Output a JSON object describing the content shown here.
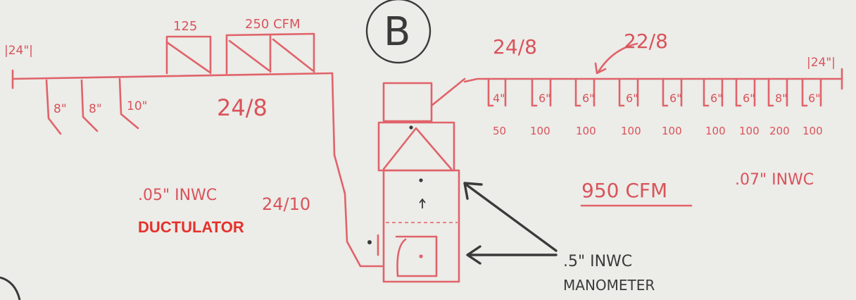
{
  "labels": {
    "system_letter": "B",
    "left_end_dim": "|24\"|",
    "right_end_dim": "|24\"|",
    "grille_left": "125",
    "grille_right": "250 CFM",
    "left_duct_size": "24/8",
    "riser_size": "24/10",
    "left_pressure": ".05\" INWC",
    "ductulator": "DUCTULATOR",
    "right_main_size": "24/8",
    "right_reduced_size": "22/8",
    "total_cfm": "950 CFM",
    "right_pressure": ".07\" INWC",
    "manometer_pressure": ".5\" INWC",
    "manometer": "MANOMETER"
  },
  "left_branches": [
    "8\"",
    "8\"",
    "10\""
  ],
  "right_branches": [
    {
      "size": "4\"",
      "cfm": "50"
    },
    {
      "size": "6\"",
      "cfm": "100"
    },
    {
      "size": "6\"",
      "cfm": "100"
    },
    {
      "size": "6\"",
      "cfm": "100"
    },
    {
      "size": "6\"",
      "cfm": "100"
    },
    {
      "size": "6\"",
      "cfm": "100"
    },
    {
      "size": "6\"",
      "cfm": "100"
    },
    {
      "size": "8\"",
      "cfm": "200"
    },
    {
      "size": "6\"",
      "cfm": "100"
    }
  ],
  "colors": {
    "board": "#ecece8",
    "marker_red": "#e0636a",
    "text_red": "#d9535b",
    "marker_black": "#3a3a3a",
    "ductulator_red": "#e5312b"
  }
}
